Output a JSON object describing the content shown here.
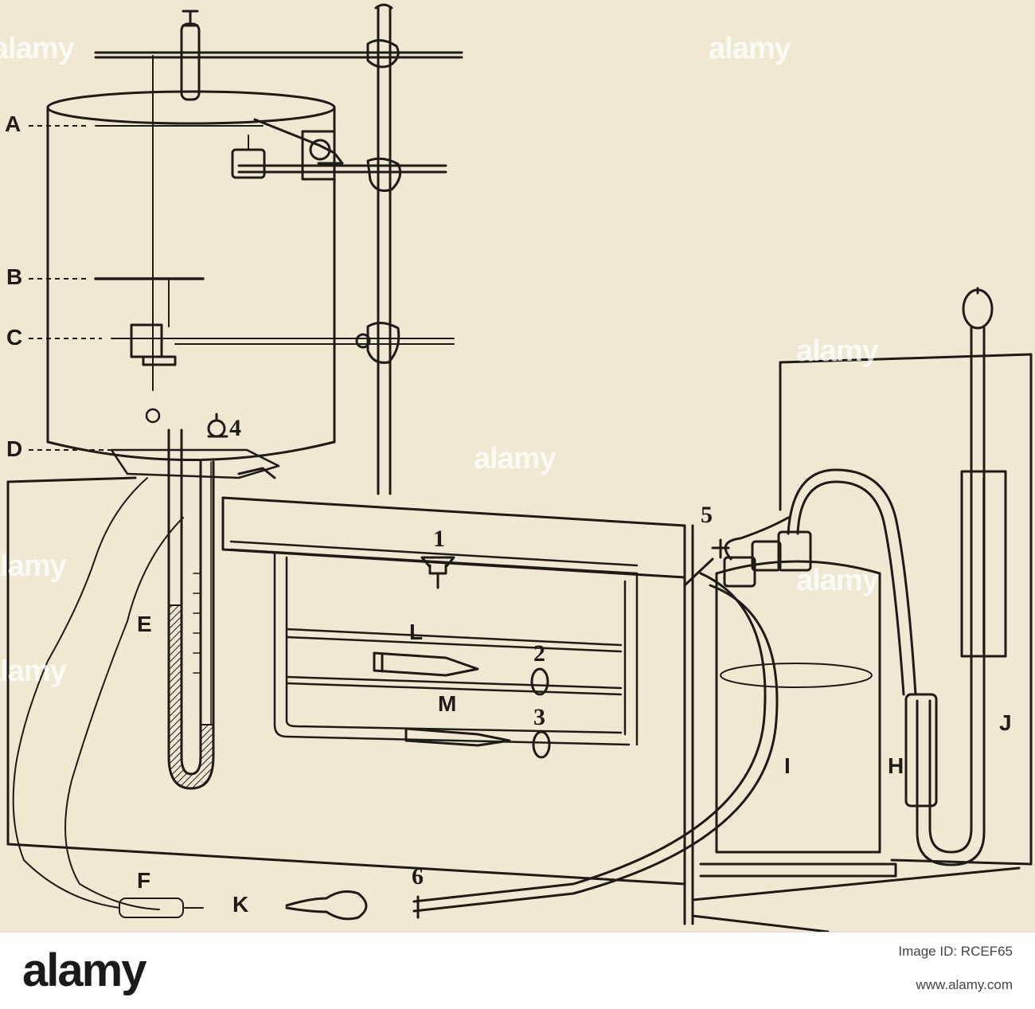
{
  "figure": {
    "labels": {
      "A": "A",
      "B": "B",
      "C": "C",
      "D": "D",
      "E": "E",
      "F": "F",
      "H": "H",
      "I": "I",
      "J": "J",
      "K": "K",
      "L": "L",
      "M": "M",
      "n1": "1",
      "n2": "2",
      "n3": "3",
      "n4": "4",
      "n5": "5",
      "n6": "6"
    },
    "watermark": "alamy"
  },
  "footer": {
    "brand": "alamy",
    "image_id_label": "Image ID: RCEF65",
    "site": "www.alamy.com"
  },
  "colors": {
    "paper": "#efe8d3",
    "ink": "#1f1b16"
  }
}
